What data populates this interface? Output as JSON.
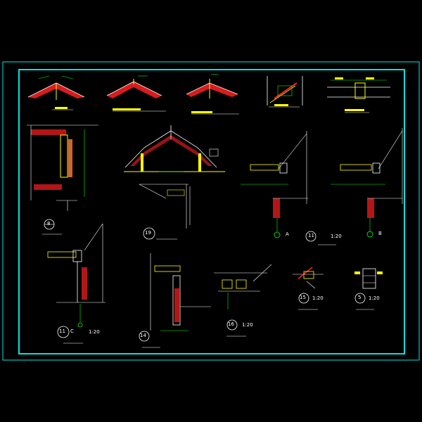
{
  "sheet": {
    "border_color": "#00e5e5",
    "frame_color": "#00e5e5",
    "background": "#000000"
  },
  "details": {
    "eaves_a": {
      "label": "A",
      "scale": ""
    },
    "eaves_b": {
      "label": "B",
      "scale": ""
    },
    "detail_11": {
      "number": "11",
      "scale": "1:20",
      "suffix": "C"
    },
    "detail_14": {
      "number": "14",
      "scale": ""
    },
    "detail_15": {
      "number": "15",
      "scale": "1:20"
    },
    "detail_16": {
      "number": "16",
      "scale": "1:20"
    },
    "detail_19": {
      "number": "19",
      "scale": ""
    },
    "detail_21": {
      "number": "11",
      "scale": "1:20"
    },
    "detail_8": {
      "number": "8",
      "scale": ""
    },
    "detail_5": {
      "number": "5",
      "scale": "1:20"
    }
  },
  "colors": {
    "wall": "#ffff00",
    "hatch": "#ff2020",
    "dim": "#00ff00",
    "line": "#ffffff",
    "cyan": "#00e5e5",
    "magenta": "#ff40ff",
    "orange": "#ff8040"
  }
}
